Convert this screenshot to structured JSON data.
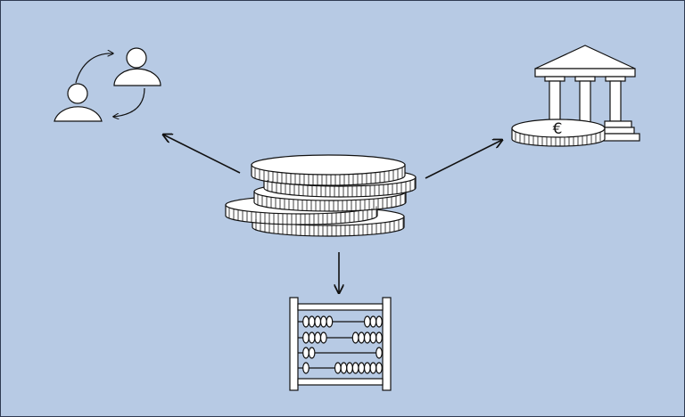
{
  "colors": {
    "background": "#b7cae4",
    "stroke": "#111111",
    "fill": "#ffffff",
    "frame": "#2f3b52"
  },
  "nodes": {
    "center": {
      "icon": "coin-stack-icon"
    },
    "left": {
      "icon": "people-exchange-icon"
    },
    "right": {
      "icon": "bank-euro-coin-icon",
      "currency_symbol": "€"
    },
    "bottom": {
      "icon": "abacus-icon"
    }
  },
  "arrows": [
    {
      "from": "center",
      "to": "left"
    },
    {
      "from": "center",
      "to": "right"
    },
    {
      "from": "center",
      "to": "bottom"
    }
  ],
  "abacus": {
    "left_beads": [
      5,
      4,
      2,
      1
    ],
    "right_beads": [
      3,
      5,
      1,
      8
    ]
  }
}
